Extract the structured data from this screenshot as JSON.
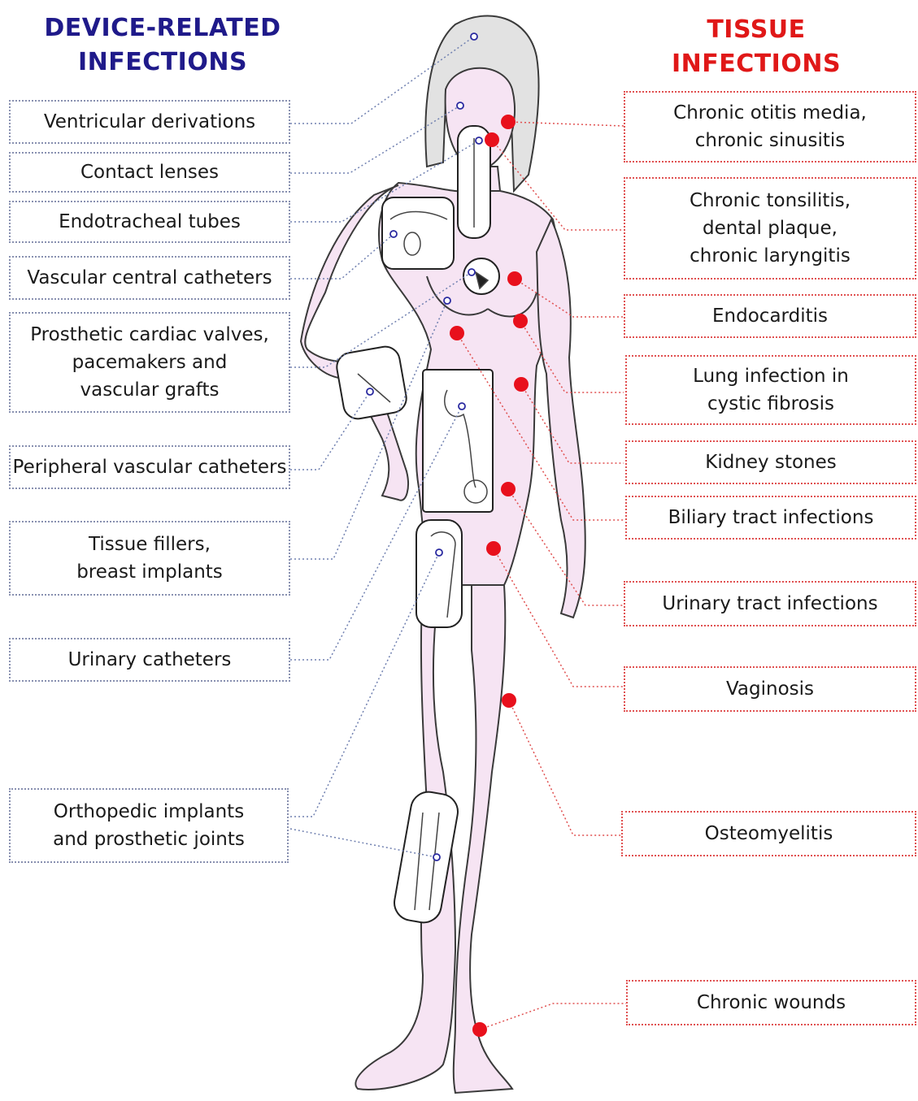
{
  "headings": {
    "left": {
      "line1": "DEVICE-RELATED",
      "line2": "INFECTIONS",
      "color": "#1f1a8a"
    },
    "right": {
      "line1": "TISSUE",
      "line2": "INFECTIONS",
      "color": "#e01818"
    }
  },
  "device_related_infections": [
    "Ventricular derivations",
    "Contact lenses",
    "Endotracheal tubes",
    "Vascular central catheters",
    "Prosthetic cardiac valves,\npacemakers and\nvascular grafts",
    "Peripheral vascular catheters",
    "Tissue fillers,\nbreast implants",
    "Urinary catheters",
    "Orthopedic implants\nand prosthetic joints"
  ],
  "tissue_infections": [
    "Chronic otitis media,\nchronic sinusitis",
    "Chronic tonsilitis,\ndental plaque,\nchronic laryngitis",
    "Endocarditis",
    "Lung infection in\ncystic fibrosis",
    "Kidney stones",
    "Biliary tract infections",
    "Urinary tract infections",
    "Vaginosis",
    "Osteomyelitis",
    "Chronic wounds"
  ],
  "colors": {
    "device_marker": "#2a2aa0",
    "tissue_marker": "#e8101c",
    "body_tint": "#f3dcf0"
  }
}
